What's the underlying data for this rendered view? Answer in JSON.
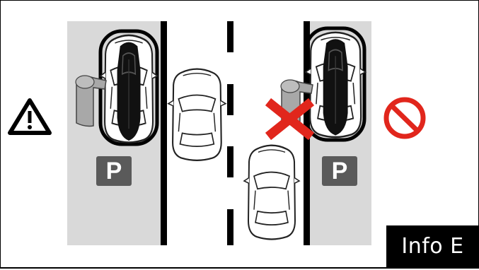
{
  "info_tag": {
    "label": "Info E"
  },
  "parking_signs": [
    {
      "label": "P"
    },
    {
      "label": "P"
    }
  ],
  "icons": {
    "warning": "warning-triangle-icon",
    "prohibited": "prohibited-icon",
    "wrong": "red-x-icon"
  },
  "colors": {
    "parking_bay": "#d9d9d9",
    "cross": "#e1261c",
    "prohibited": "#e1261c",
    "sign": "#5a5a5a",
    "tag_background": "#000000"
  }
}
